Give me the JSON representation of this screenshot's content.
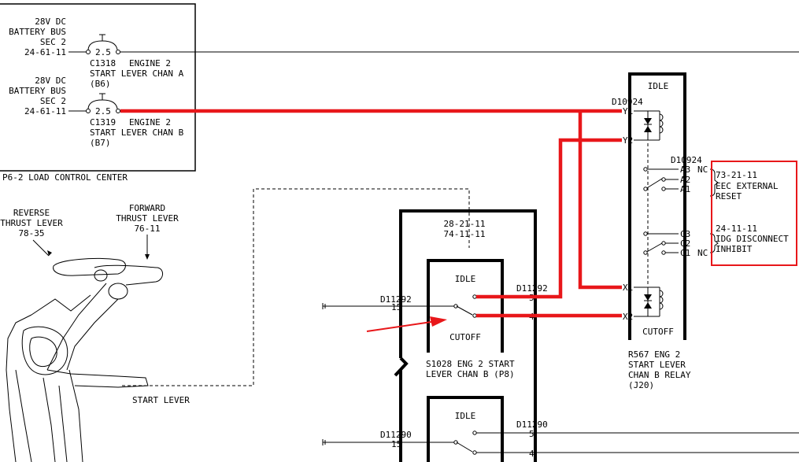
{
  "colors": {
    "highlight": "#e8171a",
    "ink": "#000000",
    "background": "#ffffff"
  },
  "load_center": {
    "label": "P6-2    LOAD CONTROL CENTER",
    "breakers": [
      {
        "bus_line1": "28V DC",
        "bus_line2": "BATTERY BUS",
        "bus_line3": "SEC 2",
        "ref": "24-61-11",
        "rating": "2.5",
        "id": "C1318",
        "name_line1": "ENGINE 2",
        "name_line2": "START LEVER CHAN A",
        "loc": "(B6)"
      },
      {
        "bus_line1": "28V DC",
        "bus_line2": "BATTERY BUS",
        "bus_line3": "SEC 2",
        "ref": "24-61-11",
        "rating": "2.5",
        "id": "C1319",
        "name_line1": "ENGINE 2",
        "name_line2": "START LEVER CHAN B",
        "loc": "(B7)"
      }
    ]
  },
  "levers": {
    "reverse_line1": "REVERSE",
    "reverse_line2": "THRUST LEVER",
    "reverse_ref": "78-35",
    "forward_line1": "FORWARD",
    "forward_line2": "THRUST LEVER",
    "forward_ref": "76-11",
    "start_lever": "START LEVER"
  },
  "switch_box": {
    "ref1": "28-21-11",
    "ref2": "74-11-11",
    "idle": "IDLE",
    "cutoff": "CUTOFF",
    "name_line1": "S1028  ENG 2 START",
    "name_line2": "LEVER CHAN B (P8)",
    "conn_left": "D11292",
    "pin_left": "15",
    "conn_right": "D11292",
    "pin_right_top": "5",
    "pin_right_bottom": "4"
  },
  "switch_box2": {
    "idle": "IDLE",
    "conn_left": "D11290",
    "pin_left": "15",
    "conn_right": "D11290",
    "pin_right_top": "5",
    "pin_right_bottom": "4"
  },
  "relay": {
    "idle": "IDLE",
    "cutoff": "CUTOFF",
    "coil_conn": "D10924",
    "contact_conn": "D10924",
    "y1": "Y1",
    "y2": "Y2",
    "x1": "X1",
    "x2": "X2",
    "a3": "A3",
    "a2": "A2",
    "a1": "A1",
    "c3": "C3",
    "c2": "C2",
    "c1": "C1",
    "nc_a": "NC",
    "nc_c": "NC",
    "name_line1": "R567   ENG 2",
    "name_line2": "START LEVER",
    "name_line3": "CHAN B RELAY",
    "name_line4": "(J20)"
  },
  "annotations": {
    "eec_ref": "73-21-11",
    "eec_line1": "EEC EXTERNAL",
    "eec_line2": "RESET",
    "idg_ref": "24-11-11",
    "idg_line1": "IDG DISCONNECT",
    "idg_line2": "INHIBIT"
  }
}
